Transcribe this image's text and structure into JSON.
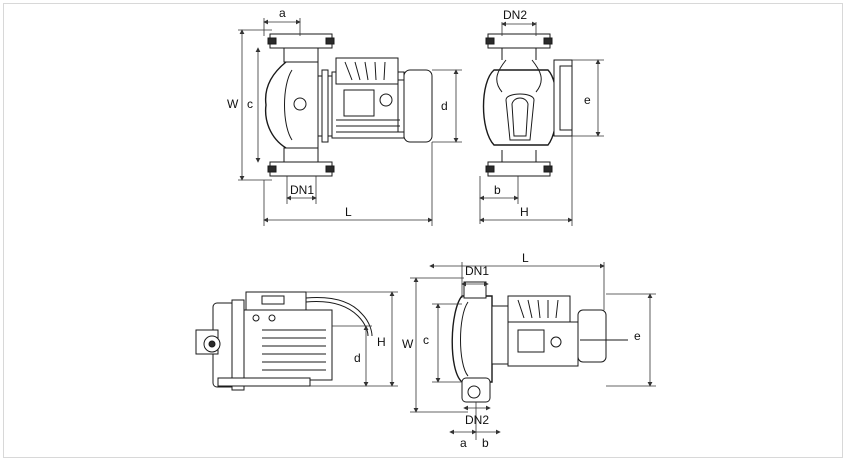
{
  "views": {
    "front": {
      "labels": {
        "a": "a",
        "c": "c",
        "W": "W",
        "d": "d",
        "DN1": "DN1",
        "L": "L"
      }
    },
    "side": {
      "labels": {
        "DN2": "DN2",
        "e": "e",
        "b": "b",
        "H": "H"
      }
    },
    "small": {
      "labels": {
        "d": "d",
        "H": "H"
      }
    },
    "iso": {
      "labels": {
        "DN1": "DN1",
        "L": "L",
        "W": "W",
        "c": "c",
        "e": "e",
        "DN2": "DN2",
        "a": "a",
        "b": "b"
      }
    }
  }
}
